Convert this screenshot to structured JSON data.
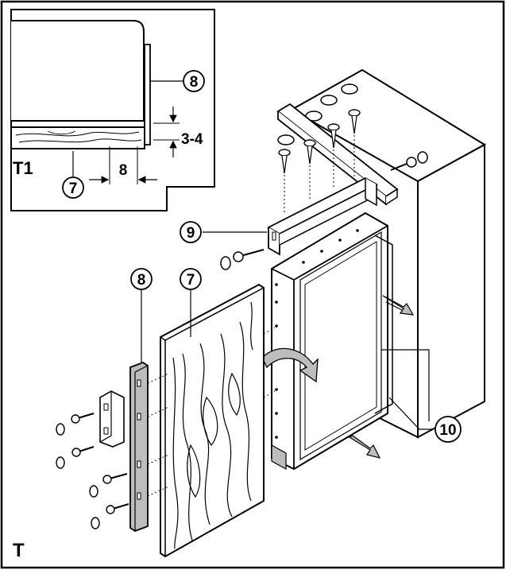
{
  "figure": {
    "main_label": "T",
    "inset_label": "T1",
    "callouts": {
      "trim_strip": "8",
      "door_panel": "7",
      "hinge_rail": "9",
      "door_seal": "10"
    },
    "dimensions": {
      "gap": "3-4",
      "overlap": "8"
    }
  },
  "colors": {
    "line": "#000000",
    "paper": "#ffffff",
    "shade": "#bdbdbd",
    "panel_edge": "#e6e6e6"
  }
}
